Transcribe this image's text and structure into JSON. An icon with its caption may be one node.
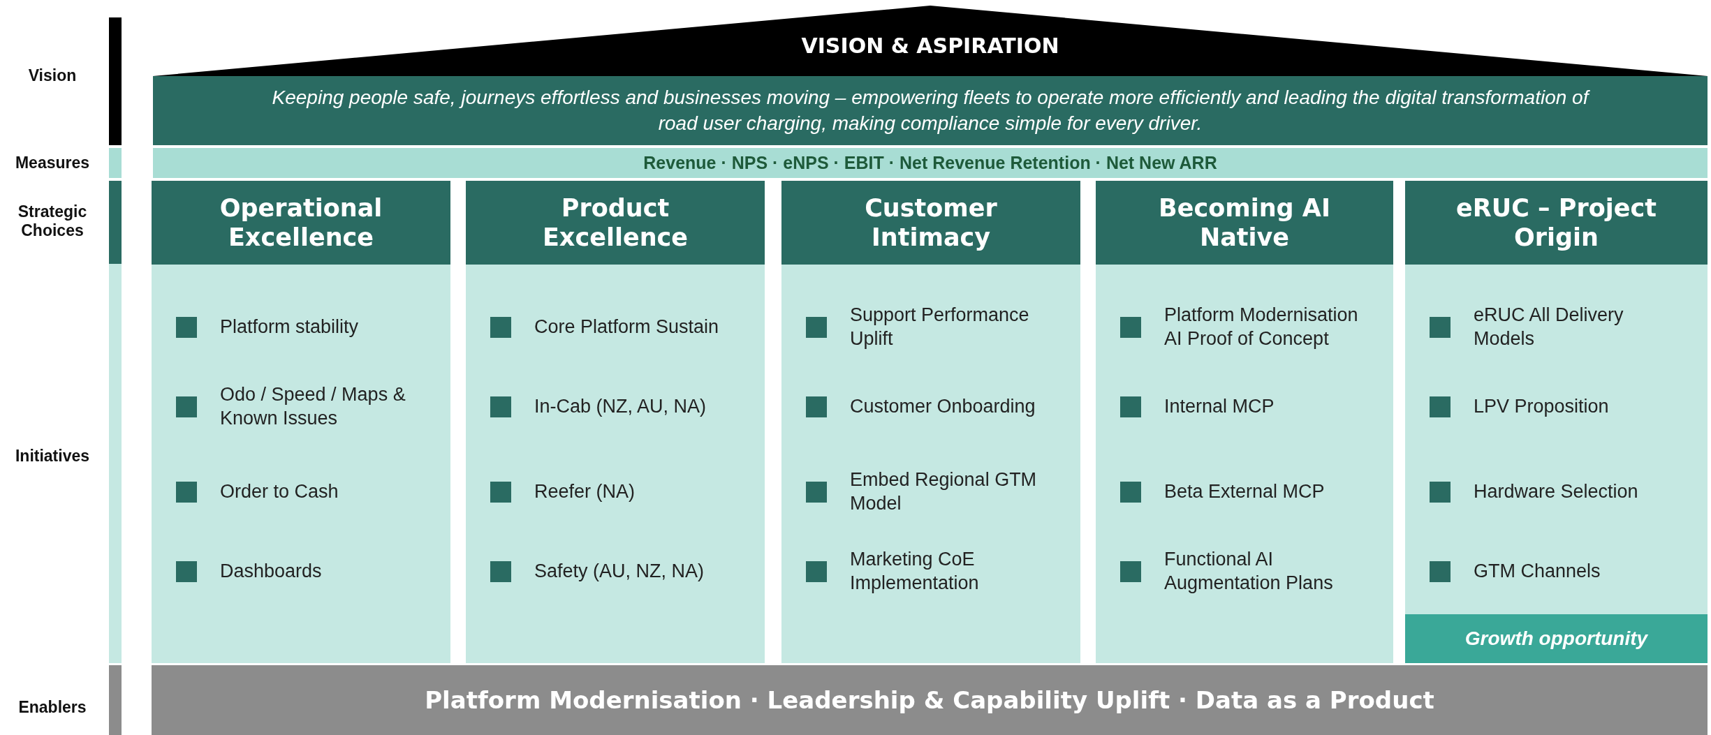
{
  "diagram": {
    "nodes": [
      {
        "text": [
          "VISION & ASPIRATION"
        ]
      },
      {
        "text": [
          "Keeping people safe, journeys effortless and businesses moving – empowering fleets to operate more efficiently and leading the digital transformation of road user charging, making compliance simple for every driver."
        ]
      },
      {
        "text": [
          "Revenue · NPS · eNPS · EBIT · Net Revenue Retention · Net New ARR"
        ]
      },
      {
        "text": [
          "Operational Excellence",
          "Platform stability",
          "Odo / Speed / Maps & Known Issues",
          "Order to Cash",
          "Dashboards"
        ]
      },
      {
        "text": [
          "Product Excellence",
          "Core Platform Sustain",
          "In-Cab (NZ, AU, NA)",
          "Reefer (NA)",
          "Safety (AU, NZ, NA)"
        ]
      },
      {
        "text": [
          "Customer Intimacy",
          "Support Performance Uplift",
          "Customer Onboarding",
          "Embed Regional GTM Model",
          "Marketing CoE Implementation"
        ]
      },
      {
        "text": [
          "Becoming AI Native",
          "Platform Modernisation AI Proof of Concept",
          "Internal MCP",
          "Beta External MCP",
          "Functional AI Augmentation Plans"
        ]
      },
      {
        "text": [
          "eRUC – Project Origin",
          "eRUC All Delivery Models",
          "LPV Proposition",
          "Hardware Selection",
          "GTM Channels"
        ]
      },
      {
        "text": [
          "Growth opportunity"
        ],
        "in": 7
      },
      {
        "text": [
          "Platform Modernisation · Leadership & Capability Uplift · Data as a Product"
        ]
      }
    ],
    "edges": [],
    "labels": [
      "Vision",
      "Measures",
      "Strategic Choices",
      "Initiatives",
      "Enablers"
    ]
  }
}
